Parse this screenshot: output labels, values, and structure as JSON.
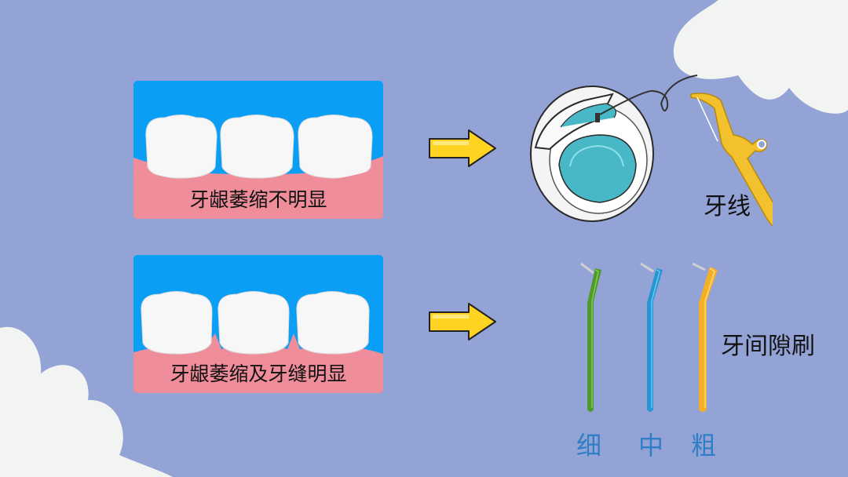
{
  "panels": [
    {
      "caption": "牙龈萎缩不明显"
    },
    {
      "caption": "牙龈萎缩及牙缝明显"
    }
  ],
  "tools": {
    "floss_label": "牙线",
    "brush_label": "牙间隙刷",
    "sizes": [
      "细",
      "中",
      "粗"
    ]
  },
  "colors": {
    "background": "#94a3d6",
    "sky": "#0a9ef5",
    "gum": "#ef8d9a",
    "arrow": "#ffd321",
    "brush_thin": "#4f9a2a",
    "brush_medium": "#2596d2",
    "brush_thick": "#f3b026",
    "size_label": "#2f7fc7"
  },
  "icons": [
    "right-arrow-icon",
    "floss-dispenser-icon",
    "floss-pick-icon",
    "interdental-brush-icon"
  ]
}
